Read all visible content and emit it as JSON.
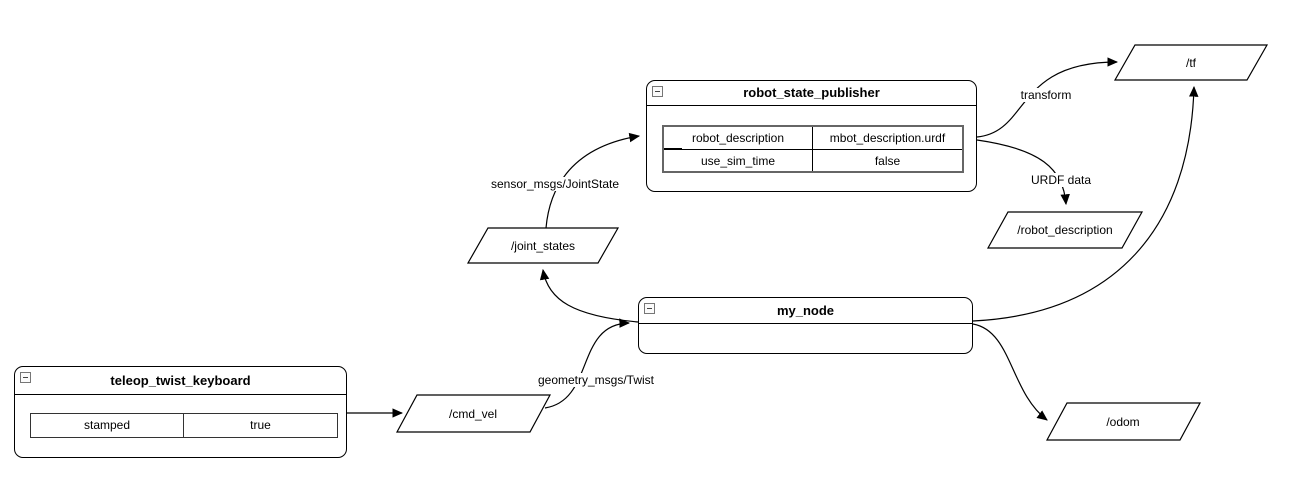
{
  "diagram": {
    "nodes": {
      "robot_state_publisher": {
        "title": "robot_state_publisher",
        "params": [
          {
            "name": "robot_description",
            "value": "mbot_description.urdf"
          },
          {
            "name": "use_sim_time",
            "value": "false"
          }
        ]
      },
      "my_node": {
        "title": "my_node"
      },
      "teleop_twist_keyboard": {
        "title": "teleop_twist_keyboard",
        "params": [
          {
            "name": "stamped",
            "value": "true"
          }
        ]
      }
    },
    "topics": {
      "joint_states": {
        "label": "/joint_states"
      },
      "tf": {
        "label": "/tf"
      },
      "robot_description": {
        "label": "/robot_description"
      },
      "odom": {
        "label": "/odom"
      },
      "cmd_vel": {
        "label": "/cmd_vel"
      }
    },
    "edge_labels": {
      "sensor_msg": "sensor_msgs/JointState",
      "transform": "transform",
      "urdf_data": "URDF data",
      "twist_msg": "geometry_msgs/Twist"
    },
    "colors": {
      "stroke": "#000000",
      "table_border_heavy": "#666666",
      "table_border_light": "#333333",
      "background": "#ffffff"
    }
  }
}
